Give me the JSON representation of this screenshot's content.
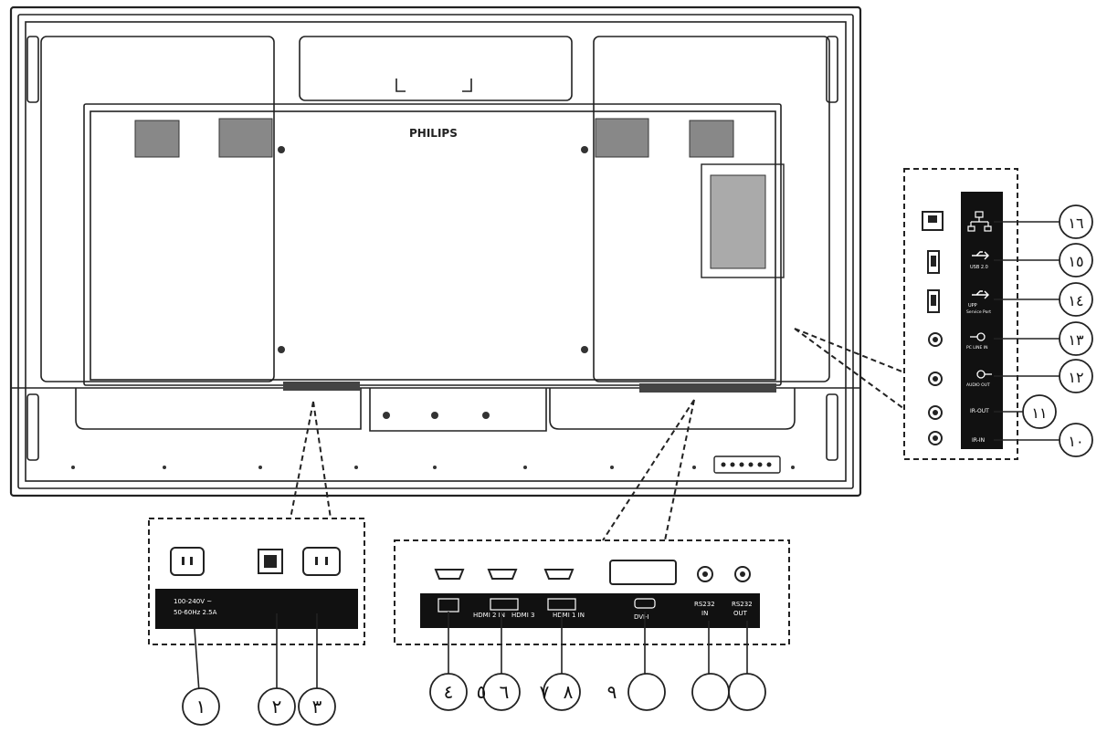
{
  "brand": "PHILIPS",
  "power_labels": {
    "line1": "100-240V ~",
    "line2": "50-60Hz 2.5A"
  },
  "bottom_port_labels": {
    "hdmi2": "HDMI 2 IN",
    "hdmi3": "HDMI 3",
    "hdmi1": "HDMI 1 IN",
    "dvi": "DVI-I",
    "rs232_in_line1": "RS232",
    "rs232_in_line2": "IN",
    "rs232_out_line1": "RS232",
    "rs232_out_line2": "OUT"
  },
  "side_port_labels": {
    "usb20": "USB 2.0",
    "usb_service_line1": "UPP",
    "usb_service_line2": "Service Port",
    "audio_in": "PC LINE IN",
    "audio_out": "AUDIO OUT",
    "ir_out": "IR-OUT",
    "ir_in": "IR-IN"
  },
  "callouts": {
    "n1": "١",
    "n2": "٢",
    "n3": "٣",
    "n4": "٤",
    "n5": "٥",
    "n6": "٦",
    "n7": "٧",
    "n8": "٨",
    "n9": "٩",
    "n10": "١٠",
    "n11": "١١",
    "n12": "١٢",
    "n13": "١٣",
    "n14": "١٤",
    "n15": "١٥",
    "n16": "١٦"
  }
}
